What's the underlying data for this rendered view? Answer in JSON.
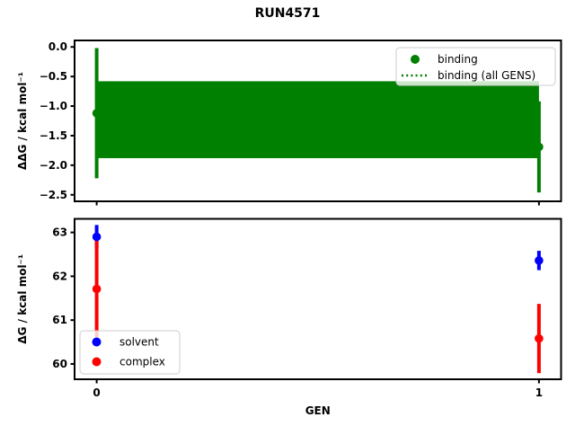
{
  "title": "RUN4571",
  "colors": {
    "binding": "#008000",
    "solvent": "#0000ff",
    "complex": "#ff0000",
    "frame": "#000000",
    "background": "#ffffff"
  },
  "chart_data": [
    {
      "type": "scatter",
      "subplot": "top",
      "ylabel": "ΔΔG / kcal mol⁻¹",
      "xlabel": "",
      "x": [
        0,
        1
      ],
      "xlim": [
        -0.05,
        1.05
      ],
      "ylim": [
        0.11,
        -2.61
      ],
      "yticks": [
        0.0,
        -0.5,
        -1.0,
        -1.5,
        -2.0,
        -2.5
      ],
      "ytick_labels": [
        "0.0",
        "−0.5",
        "−1.0",
        "−1.5",
        "−2.0",
        "−2.5"
      ],
      "xticks": [
        0,
        1
      ],
      "xtick_labels": [
        "",
        ""
      ],
      "grid": false,
      "series": [
        {
          "name": "binding",
          "color": "#008000",
          "marker": "circle",
          "values": [
            -1.12,
            -1.69
          ],
          "yerr": [
            1.1,
            0.77
          ]
        }
      ],
      "band": {
        "name": "binding (all GENS)",
        "color": "#008000",
        "x": [
          0,
          1
        ],
        "top": -0.58,
        "bottom": -1.88
      },
      "legend": {
        "position": "upper right",
        "items": [
          {
            "label": "binding",
            "marker": "dot",
            "color": "#008000"
          },
          {
            "label": "binding (all GENS)",
            "marker": "dotted-line",
            "color": "#008000"
          }
        ]
      }
    },
    {
      "type": "scatter",
      "subplot": "bottom",
      "ylabel": "ΔG / kcal mol⁻¹",
      "xlabel": "GEN",
      "x": [
        0,
        1
      ],
      "xlim": [
        -0.05,
        1.05
      ],
      "ylim": [
        63.31,
        59.65
      ],
      "yticks": [
        63,
        62,
        61,
        60
      ],
      "ytick_labels": [
        "63",
        "62",
        "61",
        "60"
      ],
      "xticks": [
        0,
        1
      ],
      "xtick_labels": [
        "0",
        "1"
      ],
      "grid": false,
      "series": [
        {
          "name": "solvent",
          "color": "#0000ff",
          "marker": "circle",
          "values": [
            62.9,
            62.36
          ],
          "yerr": [
            0.27,
            0.22
          ]
        },
        {
          "name": "complex",
          "color": "#ff0000",
          "marker": "circle",
          "values": [
            61.71,
            60.58
          ],
          "yerr": [
            1.1,
            0.79
          ]
        }
      ],
      "legend": {
        "position": "lower left",
        "items": [
          {
            "label": "solvent",
            "marker": "dot",
            "color": "#0000ff"
          },
          {
            "label": "complex",
            "marker": "dot",
            "color": "#ff0000"
          }
        ]
      }
    }
  ]
}
